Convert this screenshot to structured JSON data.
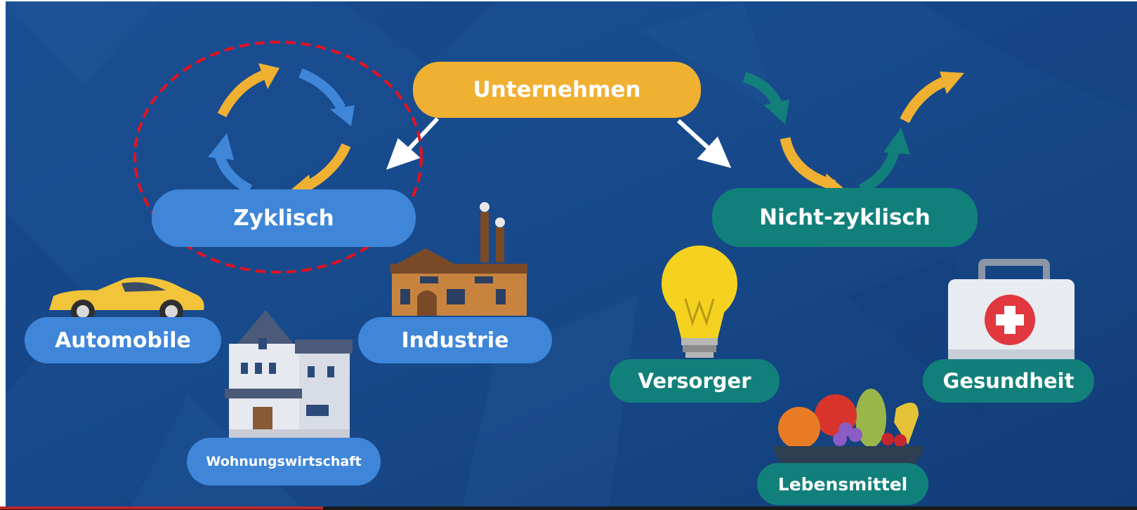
{
  "company_label": "Unternehmen",
  "cyclical": {
    "label": "Zyklisch",
    "sectors": {
      "automobile": "Automobile",
      "housing": "Wohnungswirtschaft",
      "industry": "Industrie"
    }
  },
  "noncyclical": {
    "label": "Nicht-zyklisch",
    "sectors": {
      "utilities": "Versorger",
      "food": "Lebensmittel",
      "health": "Gesundheit"
    }
  },
  "colors": {
    "background": "#17498a",
    "orange": "#f0b032",
    "blue": "#3f86d9",
    "teal": "#12807a",
    "highlight": "#e8101f"
  }
}
